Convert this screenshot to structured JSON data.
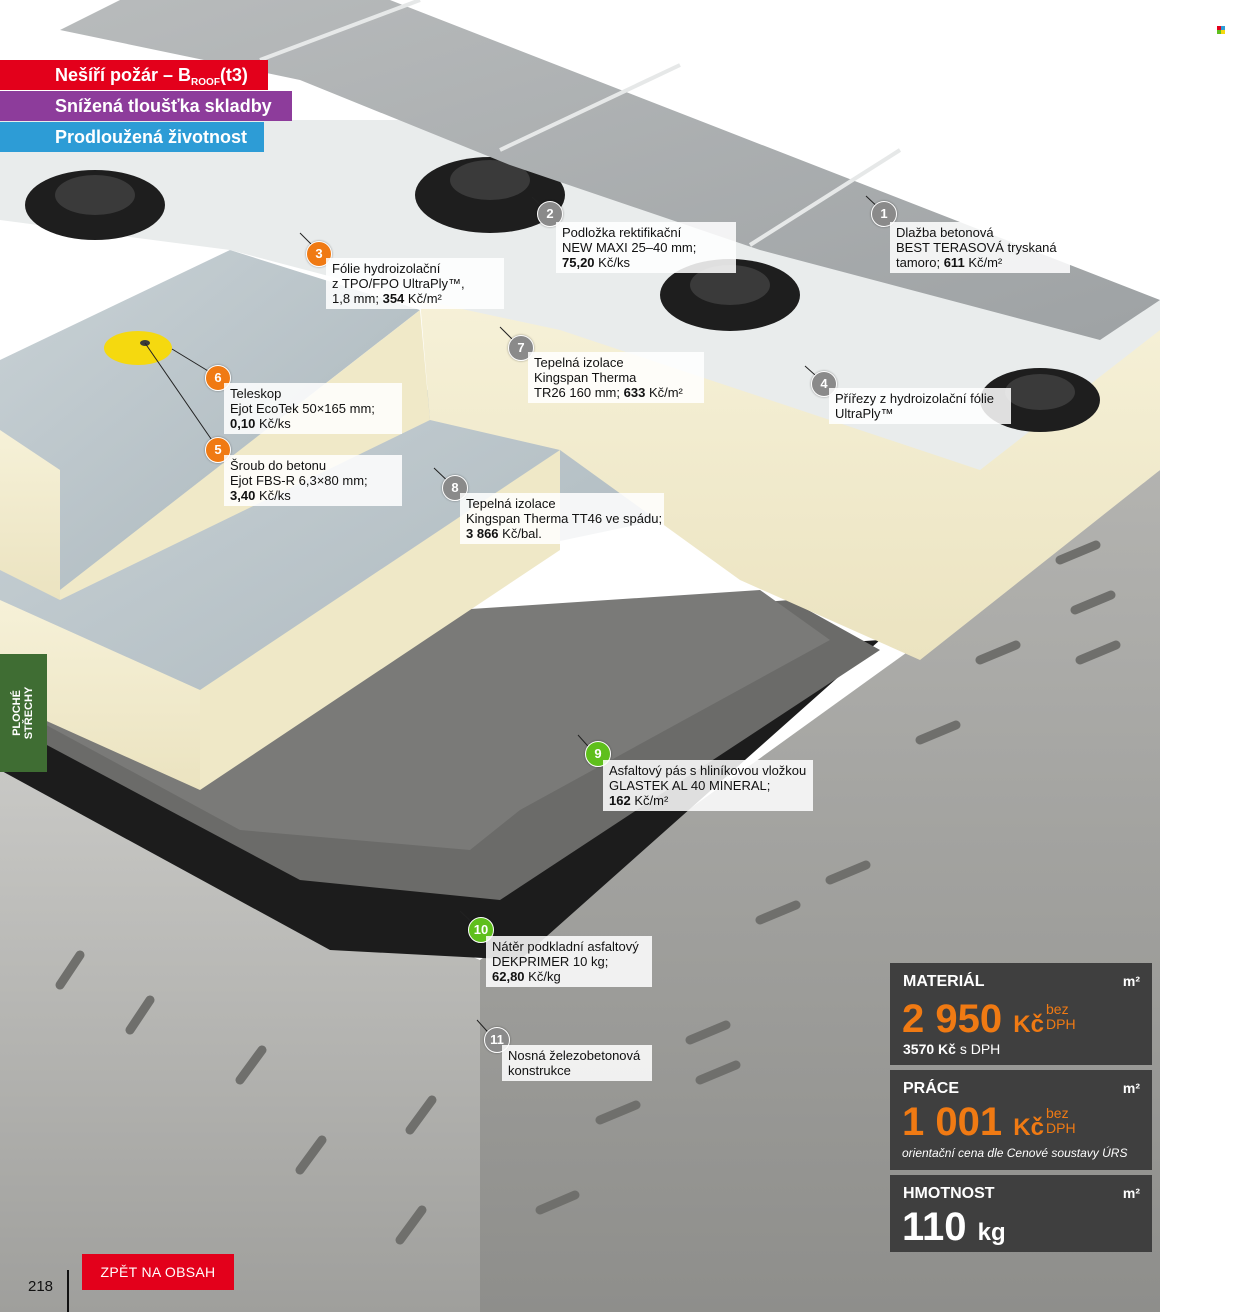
{
  "badges": [
    {
      "text": "Nešíří požár – B",
      "sub": "ROOF",
      "suffix": "(t3)",
      "color": "#e3001b"
    },
    {
      "text": "Snížená tloušťka skladby",
      "color": "#8d3c9b"
    },
    {
      "text": "Prodloužená životnost",
      "color": "#2d9cd6"
    }
  ],
  "callouts": [
    {
      "num": "1",
      "lines": [
        "Dlažba betonová",
        "BEST TERASOVÁ tryskaná",
        "tamoro;"
      ],
      "price": "611",
      "unit": "Kč/m²"
    },
    {
      "num": "2",
      "lines": [
        "Podložka rektifikační",
        "NEW MAXI 25–40 mm;"
      ],
      "price": "75,20",
      "unit": "Kč/ks"
    },
    {
      "num": "3",
      "lines": [
        "Fólie hydroizolační",
        "z TPO/FPO UltraPly™,",
        "1,8 mm;"
      ],
      "price": "354",
      "unit": "Kč/m²"
    },
    {
      "num": "4",
      "lines": [
        "Přířezy z hydroizolační fólie",
        "UltraPly™"
      ]
    },
    {
      "num": "5",
      "lines": [
        "Šroub do betonu",
        "Ejot FBS-R 6,3×80 mm;"
      ],
      "price": "3,40",
      "unit": "Kč/ks"
    },
    {
      "num": "6",
      "lines": [
        "Teleskop",
        "Ejot EcoTek 50×165 mm;"
      ],
      "price": "0,10",
      "unit": "Kč/ks"
    },
    {
      "num": "7",
      "lines": [
        "Tepelná izolace",
        "Kingspan Therma",
        "TR26 160 mm;"
      ],
      "price": "633",
      "unit": "Kč/m²"
    },
    {
      "num": "8",
      "lines": [
        "Tepelná izolace",
        "Kingspan Therma TT46 ve spádu;"
      ],
      "price": "3 866",
      "unit": "Kč/bal."
    },
    {
      "num": "9",
      "lines": [
        "Asfaltový pás s hliníkovou vložkou",
        "GLASTEK AL 40 MINERAL;"
      ],
      "price": "162",
      "unit": "Kč/m²"
    },
    {
      "num": "10",
      "lines": [
        "Nátěr podkladní asfaltový",
        "DEKPRIMER 10 kg;"
      ],
      "price": "62,80",
      "unit": "Kč/kg"
    },
    {
      "num": "11",
      "lines": [
        "Nosná železobetonová",
        "konstrukce"
      ]
    }
  ],
  "material": {
    "label": "MATERIÁL",
    "unit": "m²",
    "price": "2 950",
    "currency": "Kč",
    "bez": "bez",
    "dph": "DPH",
    "vat_price": "3570",
    "vat_currency": "Kč",
    "vat_label": "s DPH"
  },
  "prace": {
    "label": "PRÁCE",
    "unit": "m²",
    "price": "1 001",
    "currency": "Kč",
    "bez": "bez",
    "dph": "DPH",
    "note": "orientační cena dle Cenové soustavy ÚRS"
  },
  "hmotnost": {
    "label": "HMOTNOST",
    "unit": "m²",
    "value": "110",
    "value_unit": "kg"
  },
  "price_color": "#f07a13",
  "side_tab": {
    "line1": "PLOCHÉ",
    "line2": "STŘECHY",
    "color": "#3f6d33"
  },
  "back_button": "ZPĚT NA OBSAH",
  "page_number": "218"
}
